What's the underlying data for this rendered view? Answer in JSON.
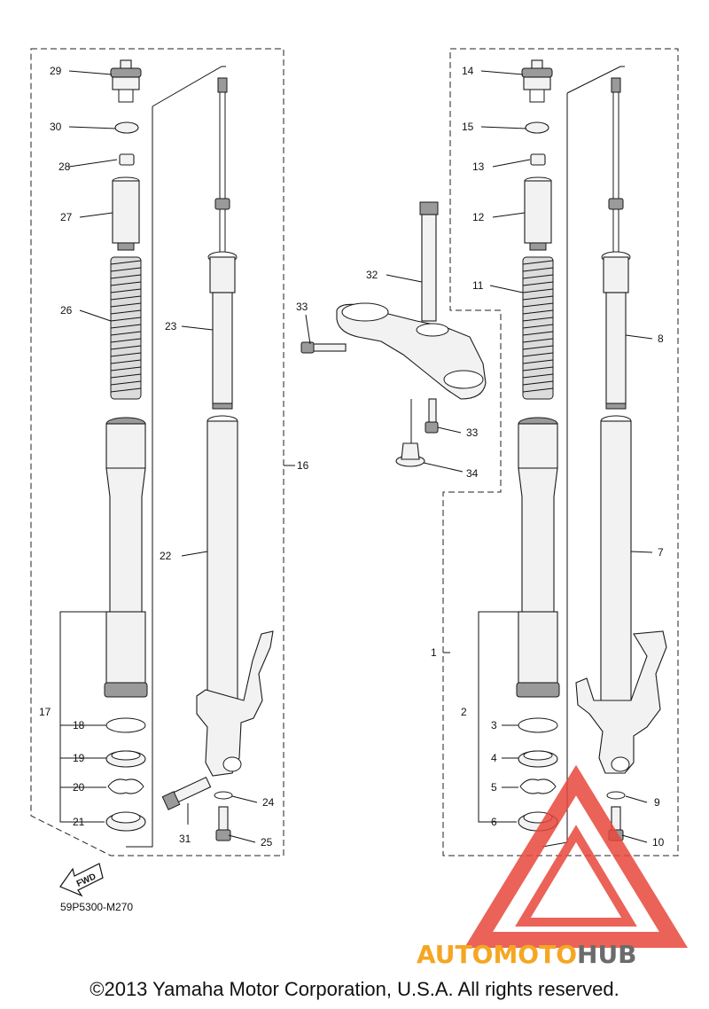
{
  "diagram": {
    "code": "59P5300-M270",
    "copyright": "©2013 Yamaha Motor Corporation, U.S.A. All rights reserved.",
    "fwd_label": "FWD",
    "callouts": {
      "c1": "1",
      "c2": "2",
      "c3": "3",
      "c4": "4",
      "c5": "5",
      "c6": "6",
      "c7": "7",
      "c8": "8",
      "c9": "9",
      "c10": "10",
      "c11": "11",
      "c12": "12",
      "c13": "13",
      "c14": "14",
      "c15": "15",
      "c16": "16",
      "c17": "17",
      "c18": "18",
      "c19": "19",
      "c20": "20",
      "c21": "21",
      "c22": "22",
      "c23": "23",
      "c24": "24",
      "c25": "25",
      "c26": "26",
      "c27": "27",
      "c28": "28",
      "c29": "29",
      "c30": "30",
      "c31": "31",
      "c32": "32",
      "c33a": "33",
      "c33b": "33",
      "c34": "34"
    }
  },
  "watermark": {
    "text_auto": "AUTOMOTO",
    "text_hub": "HUB",
    "color_red": "#e8473c",
    "color_orange": "#f5a623",
    "color_gray": "#6b6b6b"
  }
}
